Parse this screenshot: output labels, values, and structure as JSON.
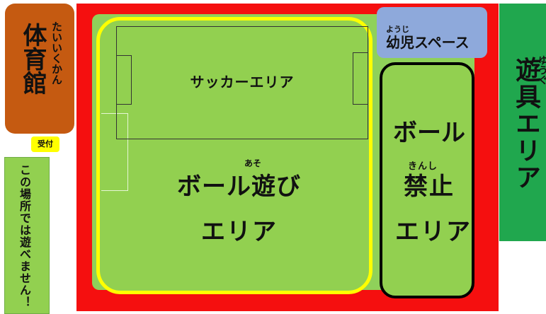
{
  "gym": {
    "label": "体育館",
    "ruby": "たいいくかん"
  },
  "reception": {
    "label": "受付"
  },
  "notice": {
    "text": "この場所では遊べません！"
  },
  "soccer_area": {
    "label": "サッカーエリア"
  },
  "ball_play_area": {
    "ruby": "あそ",
    "line1": "ボール遊び",
    "line2": "エリア"
  },
  "no_ball_area": {
    "line1": "ボール",
    "ruby": "きんし",
    "line2": "禁止",
    "line3": "エリア"
  },
  "infant_space": {
    "ruby": "ようじ",
    "label": "幼児スペース"
  },
  "playground": {
    "label": "遊具エリア",
    "ruby": "ゆうぐ"
  },
  "colors": {
    "red_zone": "#f50f0f",
    "grass": "#92d050",
    "ball_play_border": "#ffff00",
    "infant_space": "#8ea9db",
    "playground": "#20a74e",
    "gym": "#c55a11"
  }
}
